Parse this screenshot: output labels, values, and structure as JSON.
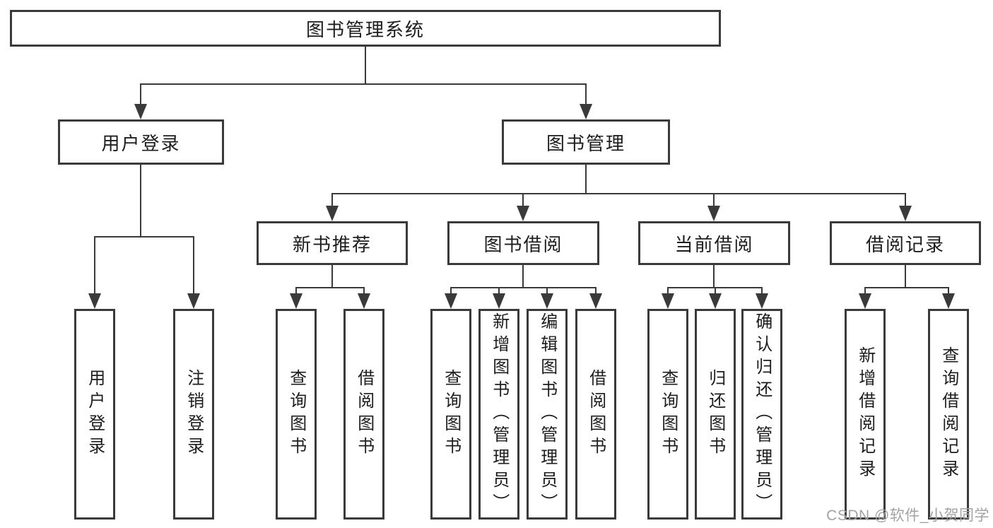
{
  "tree": {
    "label": "图书管理系统",
    "children": [
      {
        "label": "用户登录",
        "children": [
          {
            "label": "用户登录"
          },
          {
            "label": "注销登录"
          }
        ]
      },
      {
        "label": "图书管理",
        "children": [
          {
            "label": "新书推荐",
            "children": [
              {
                "label": "查询图书"
              },
              {
                "label": "借阅图书"
              }
            ]
          },
          {
            "label": "图书借阅",
            "children": [
              {
                "label": "查询图书"
              },
              {
                "label": "新增图书（管理员）"
              },
              {
                "label": "编辑图书（管理员）"
              },
              {
                "label": "借阅图书"
              }
            ]
          },
          {
            "label": "当前借阅",
            "children": [
              {
                "label": "查询图书"
              },
              {
                "label": "归还图书"
              },
              {
                "label": "确认归还（管理员）"
              }
            ]
          },
          {
            "label": "借阅记录",
            "children": [
              {
                "label": "新增借阅记录"
              },
              {
                "label": "查询借阅记录"
              }
            ]
          }
        ]
      }
    ]
  },
  "watermark": {
    "text": "CSDN @软件_小贺同学"
  },
  "colors": {
    "line": "#3a3a3a",
    "text": "#1d1d1d",
    "watermark": "#a3a3a3",
    "background": "#ffffff"
  }
}
